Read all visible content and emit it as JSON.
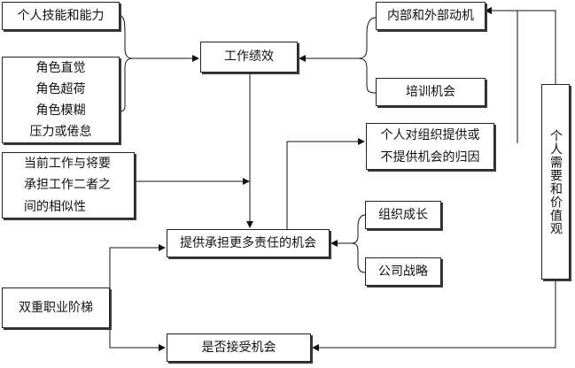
{
  "nodes": {
    "personal_skills": "个人技能和能力",
    "role_factors": [
      "角色直觉",
      "角色超荷",
      "角色模糊",
      "压力或倦怠"
    ],
    "job_performance": "工作绩效",
    "internal_external_motivation": "内部和外部动机",
    "training_opportunities": "培训机会",
    "attribution": [
      "个人对组织提供或",
      "不提供机会的归因"
    ],
    "job_similarity": [
      "当前工作与将要",
      "承担工作二者之",
      "间的相似性"
    ],
    "responsibility_opportunity": "提供承担更多责任的机会",
    "org_growth": "组织成长",
    "company_strategy": "公司战略",
    "dual_career_ladder": "双重职业阶梯",
    "accept_opportunity": "是否接受机会",
    "personal_needs_values": "个人需要和价值观"
  }
}
